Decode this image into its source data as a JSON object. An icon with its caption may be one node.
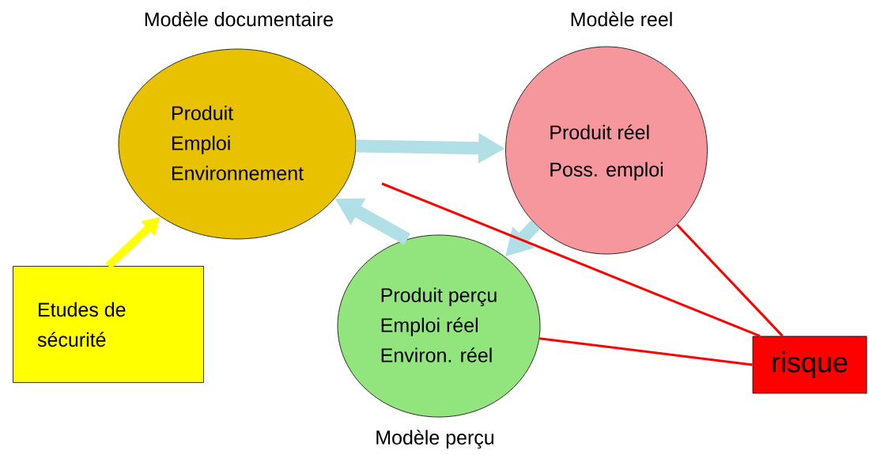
{
  "diagram": {
    "nodes": [
      {
        "text": [
          "Modèle documentaire",
          "Produit",
          "Emploi",
          "Environnement"
        ]
      },
      {
        "text": [
          "Modèle reel",
          "Produit réel",
          "Poss. emploi"
        ]
      },
      {
        "text": [
          "Produit perçu",
          "Emploi réel",
          "Environ. réel",
          "Modèle perçu"
        ]
      },
      {
        "text": [
          "Etudes de sécurité"
        ]
      },
      {
        "text": [
          "risque"
        ]
      }
    ],
    "edges": [
      {
        "from": 0,
        "to": 1,
        "arrow": "to",
        "color": "#b0e0e6"
      },
      {
        "from": 1,
        "to": 2,
        "arrow": "to",
        "color": "#b0e0e6"
      },
      {
        "from": 2,
        "to": 0,
        "arrow": "to",
        "color": "#b0e0e6"
      },
      {
        "from": 3,
        "to": 0,
        "arrow": "to",
        "color": "#ffff00"
      },
      {
        "from": 1,
        "to": 4,
        "arrow": "none",
        "color": "#ff0000"
      },
      {
        "from": 2,
        "to": 4,
        "arrow": "none",
        "color": "#ff0000"
      },
      {
        "from": null,
        "to": 4,
        "arrow": "none",
        "color": "#ff0000"
      }
    ]
  }
}
